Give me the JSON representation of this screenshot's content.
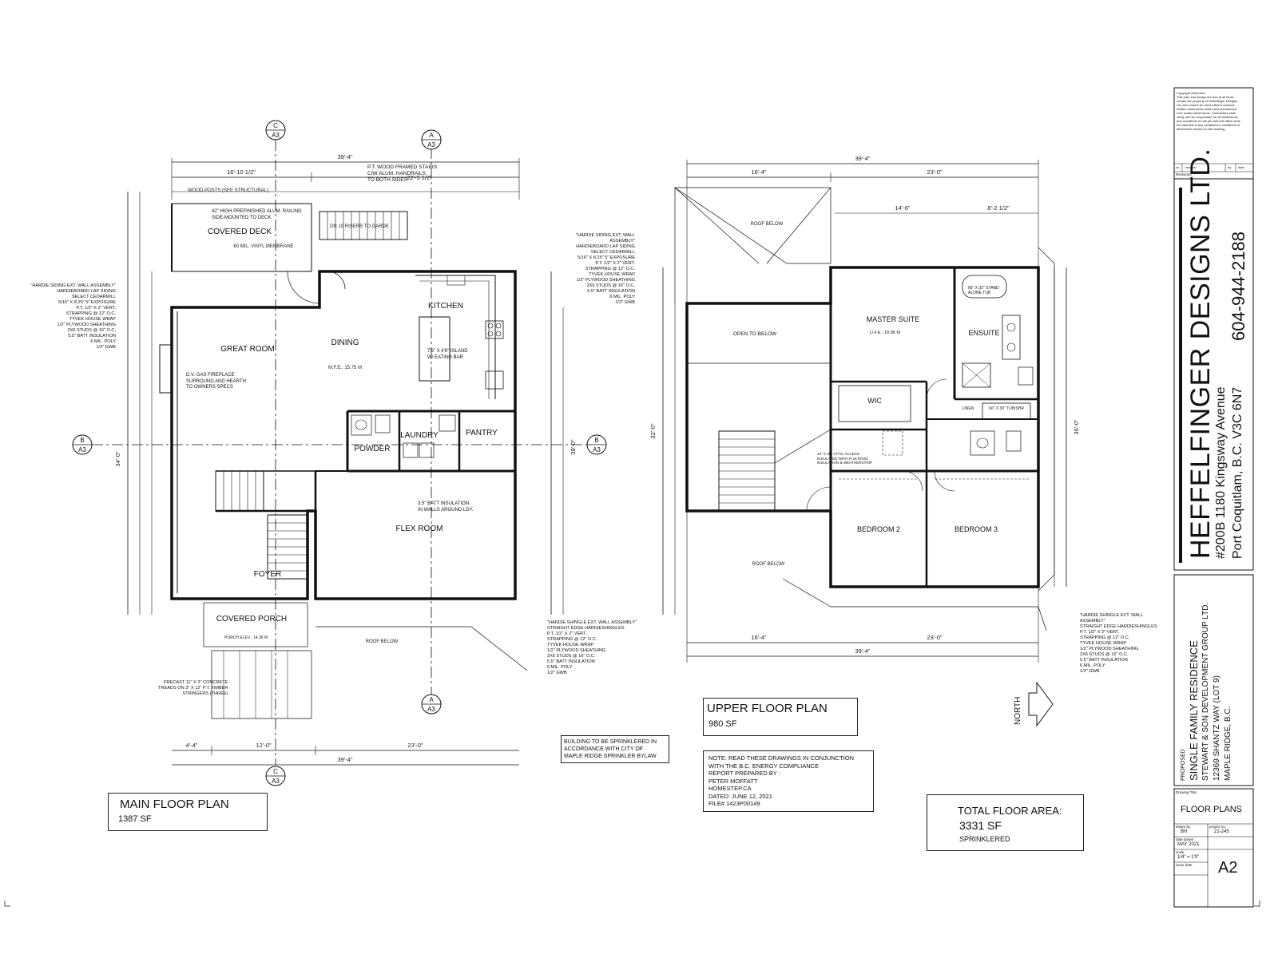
{
  "main_plan": {
    "title": "MAIN FLOOR PLAN",
    "area": "1387 SF",
    "rooms": {
      "great_room": "GREAT ROOM",
      "dining": "DINING",
      "kitchen": "KITCHEN",
      "covered_deck": "COVERED DECK",
      "laundry": "LAUNDRY",
      "pantry": "PANTRY",
      "powder": "POWDER",
      "flex_room": "FLEX ROOM",
      "foyer": "FOYER",
      "covered_porch": "COVERED PORCH"
    },
    "dims": {
      "overall": "39'-4\"",
      "d1": "16'-10 1/2\"",
      "d2": "22'-5 1/2\"",
      "d3": "12'-0\"",
      "d4": "23'-0\"",
      "d5": "4'-4\"",
      "d6": "38'-0\"",
      "d7": "34'-0\""
    },
    "notes": {
      "stairs": "P.T. WOOD FRAMED STAIRS\nC/W ALUM. HANDRAILS\nTO BOTH SIDES",
      "posts": "WOOD POSTS (SEE STRUCTURAL)",
      "railing": "42\" HIGH PREFINISHED ALUM. RAILING\nSIDE-MOUNTED TO DECK",
      "risers": "DN 10 RISERS TO GARDE",
      "membrane": "60 MIL. VINYL MEMBRANE",
      "hardie_siding": "\"HARDIE SIDING EXT. WALL ASSEMBLY\"\nHARDIEBOARD LAP SIDING\nSELECT CEDARMILL\n5/16\" X 8.25\" 5\" EXPOSURE\nP.T. 1/2\" X 2\" VERT.\nSTRAPPING @ 12\" O.C.\nTYVEK HOUSE WRAP\n1/2\" PLYWOOD SHEATHING\n2X6 STUDS @ 16\" O.C.\n5.5\" BATT INSULATION\n6 MIL. POLY\n1/2\" GWB",
      "hardie_shingle": "\"HARDIE SHINGLE EXT. WALL ASSEMBLY\"\nSTRAIGHT EDGE HARDIESHINGLES\nP.T. 1/2\" X 2\" VERT.\nSTRAPPING @ 12\" O.C.\nTYVEK HOUSE WRAP\n1/2\" PLYWOOD SHEATHING\n2X6 STUDS @ 16\" O.C.\n5.5\" BATT INSULATION\n6 MIL. POLY\n1/2\" GWB",
      "fireplace": "D.V. GAS FIREPLACE\nSURROUND AND HEARTH\nTO OWNERS SPECS",
      "island": "7'6\" X 4'6\" ISLAND\nW/ EATING BAR",
      "mfe": "M.F.E.: 15.75 M",
      "batt": "3.5\" BATT INSULATION\nIN WALLS AROUND LDY.",
      "precast": "PRECAST 11\" X 3\" CONCRETE\nTREADS ON 3\" X 12\" P.T. TIMBER\nSTRINGERS (THREE)",
      "sprinkler": "BUILDING TO BE SPRINKLERED IN\nACCORDANCE WITH CITY OF\nMAPLE RIDGE SPRINKLER BYLAW",
      "porch_elev": "PORCH ELEV.: 14.36 M",
      "roof_below": "ROOF BELOW"
    }
  },
  "upper_plan": {
    "title": "UPPER FLOOR PLAN",
    "area": "980 SF",
    "rooms": {
      "master": "MASTER SUITE",
      "ensuite": "ENSUITE",
      "wic": "WIC",
      "bed2": "BEDROOM 2",
      "bed3": "BEDROOM 3",
      "open": "OPEN TO BELOW",
      "linen": "LINEN"
    },
    "dims": {
      "overall": "39'-4\"",
      "d1": "16'-4\"",
      "d2": "23'-0\"",
      "d3": "14'-6\"",
      "d4": "8'-2 1/2\"",
      "d5": "32'-0\"",
      "d6": "36'-0\""
    },
    "notes": {
      "ufe": "U.F.E.: 18.86 M",
      "tub": "66\" X 32\" STAND\nALONE TUB",
      "tubshr": "60\" X 30\" TUB/SHR",
      "roof_below": "ROOF BELOW",
      "energy": "NOTE: READ THESE DRAWINGS IN CONJUNCTION\n        WITH THE B.C. ENERGY COMPLIANCE\n        REPORT PREPARED BY :\n        PETER MOFFATT\n        HOMESTEP.CA\n        DATED: JUNE 12, 2021\n        FILE# 1423P00149",
      "attic": "24\" X 30\" ATTIC ACCESS\nINSULATED WITH R-15 RIGID\nINSULATION & WEATHERSTRIP"
    }
  },
  "total": {
    "label": "TOTAL FLOOR AREA:",
    "value": "3331 SF",
    "sub": "SPRINKLERED"
  },
  "north_label": "NORTH",
  "section_marks": {
    "c": "C",
    "a": "A",
    "b": "B",
    "sheet": "A3"
  },
  "title_block": {
    "copyright": "Copyright Reserved.\nThis plan and design are and at all times\nremain the property of Heffelfinger Designs\nLtd. and cannot be used without consent.\nWritten dimensions shall have precedence\nover scaled dimensions. Contractors shall\nverify and be responsible for all dimensions\nand conditions on the job and this office shall\nbe informed of any variations in conditions or\ndimensions shown on the drawing.",
    "rev_no": "no.",
    "rev_revision": "revision",
    "rev_by": "by",
    "rev_date": "date",
    "revisions": "Revisions",
    "firm": "HEFFELFINGER DESIGNS LTD.",
    "phone": "604-944-2188",
    "address": "#200B 1180 Kingsway Avenue",
    "city": "Port Coquitlam, B.C. V3C 6N7",
    "proposed": "PROPOSED",
    "project": "SINGLE FAMILY RESIDENCE",
    "client": "STEWART & SON DEVELOPMENT GROUP LTD.",
    "site": "12369 SHANTZ WAY (LOT 9)",
    "site_city": "MAPLE RIDGE, B.C.",
    "drawing_title_label": "Drawing Title",
    "drawing_title": "FLOOR PLANS",
    "drawn_by_label": "drawn by",
    "drawn_by": "BH",
    "project_no_label": "project no.",
    "project_no": "21-245",
    "date_drawn_label": "date drawn",
    "date_drawn": "MAY 2021",
    "scale_label": "scale",
    "scale": "1/4\" = 1'0\"",
    "issue_label": "issue date",
    "sheet": "A2"
  }
}
